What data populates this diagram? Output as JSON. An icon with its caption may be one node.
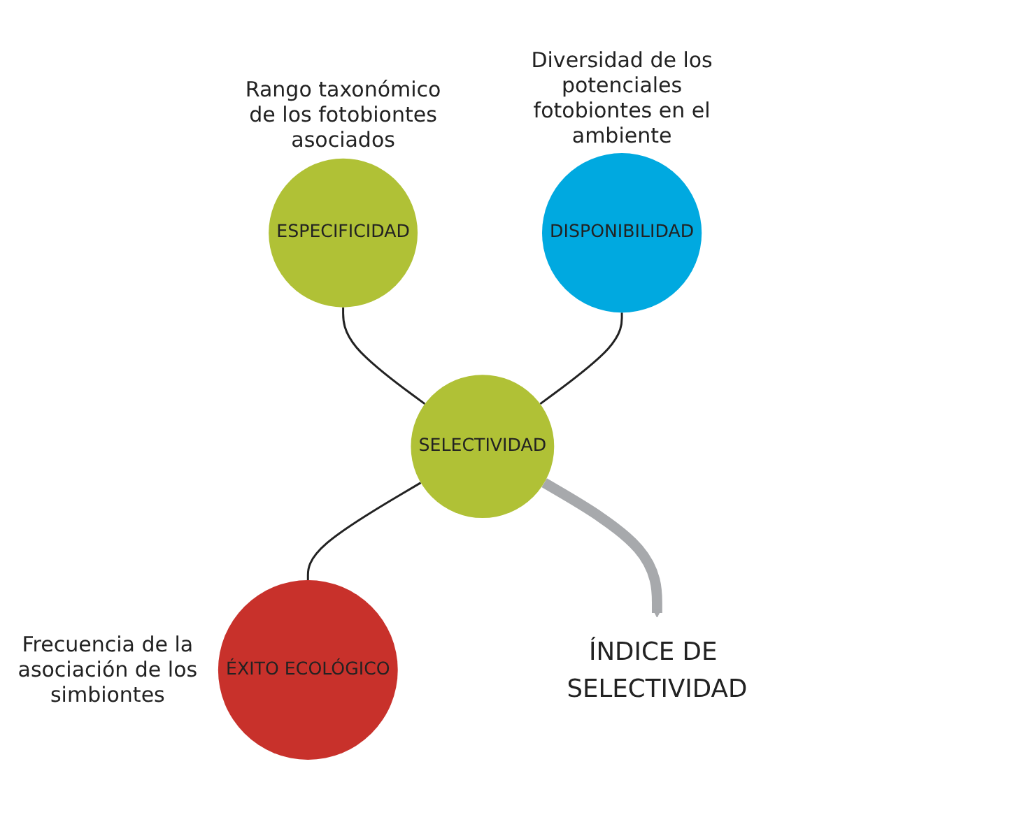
{
  "diagram": {
    "nodes": [
      {
        "text": [
          "ESPECIFICIDAD"
        ],
        "beside": [
          "Rango taxonómico de los fotobiontes asociados"
        ]
      },
      {
        "text": [
          "DISPONIBILIDAD"
        ],
        "beside": [
          "Diversidad de los potenciales fotobiontes en el ambiente"
        ]
      },
      {
        "text": [
          "SELECTIVIDAD"
        ]
      },
      {
        "text": [
          "ÉXITO ECOLÓGICO"
        ],
        "beside": [
          "Frecuencia de la asociación de los simbiontes"
        ]
      },
      {
        "text": [
          "ÍNDICE DE SELECTIVIDAD"
        ]
      }
    ],
    "edges": [
      {
        "from": 0,
        "to": 2,
        "arrow": "none"
      },
      {
        "from": 1,
        "to": 2,
        "arrow": "none"
      },
      {
        "from": 2,
        "to": 3,
        "arrow": "none"
      },
      {
        "from": 2,
        "to": 4,
        "arrow": "to",
        "style": "thick",
        "color": "#a7a9ac"
      }
    ]
  }
}
